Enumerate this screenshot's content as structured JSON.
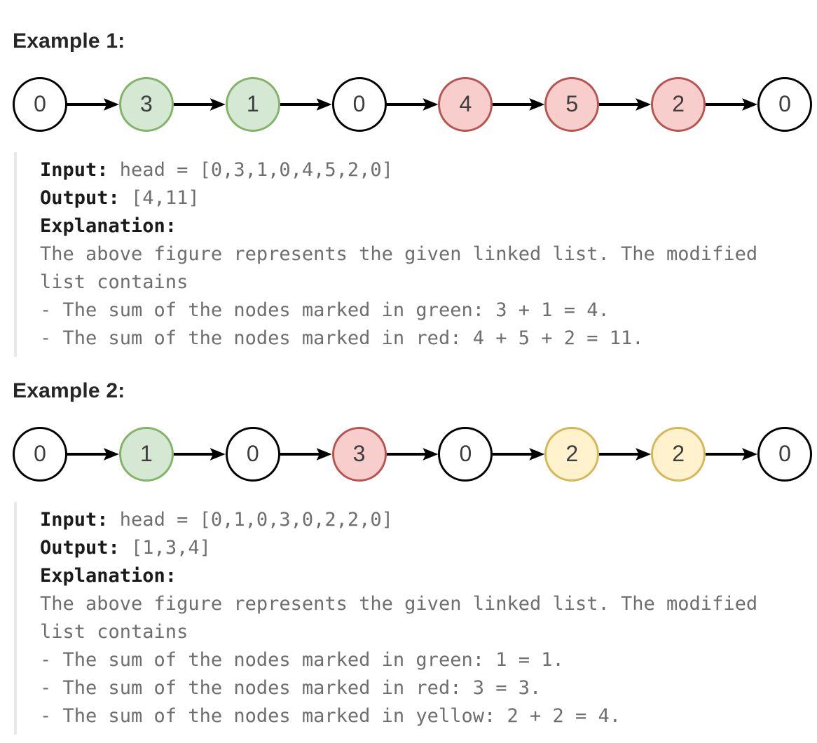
{
  "colors": {
    "heading_text": "#262626",
    "bold_text": "#1a1a1a",
    "body_text": "#6e6e6e",
    "quote_bar": "#e8e8e8",
    "arrow": "#000000",
    "node_text": "#3d3d3d",
    "nodes": {
      "white": {
        "fill": "#ffffff",
        "stroke": "#000000"
      },
      "green": {
        "fill": "#d5e8d4",
        "stroke": "#82b366"
      },
      "red": {
        "fill": "#f8cecc",
        "stroke": "#b85450"
      },
      "yellow": {
        "fill": "#fff2cc",
        "stroke": "#d6b656"
      }
    }
  },
  "examples": [
    {
      "heading": "Example 1:",
      "nodes": [
        {
          "value": "0",
          "color": "white"
        },
        {
          "value": "3",
          "color": "green"
        },
        {
          "value": "1",
          "color": "green"
        },
        {
          "value": "0",
          "color": "white"
        },
        {
          "value": "4",
          "color": "red"
        },
        {
          "value": "5",
          "color": "red"
        },
        {
          "value": "2",
          "color": "red"
        },
        {
          "value": "0",
          "color": "white"
        }
      ],
      "lines": [
        {
          "bold": "Input: ",
          "text": "head = [0,3,1,0,4,5,2,0]"
        },
        {
          "bold": "Output: ",
          "text": "[4,11]"
        },
        {
          "bold": "Explanation:",
          "text": ""
        },
        {
          "bold": "",
          "text": "The above figure represents the given linked list. The modified"
        },
        {
          "bold": "",
          "text": "list contains"
        },
        {
          "bold": "",
          "text": "- The sum of the nodes marked in green: 3 + 1 = 4."
        },
        {
          "bold": "",
          "text": "- The sum of the nodes marked in red: 4 + 5 + 2 = 11."
        }
      ]
    },
    {
      "heading": "Example 2:",
      "nodes": [
        {
          "value": "0",
          "color": "white"
        },
        {
          "value": "1",
          "color": "green"
        },
        {
          "value": "0",
          "color": "white"
        },
        {
          "value": "3",
          "color": "red"
        },
        {
          "value": "0",
          "color": "white"
        },
        {
          "value": "2",
          "color": "yellow"
        },
        {
          "value": "2",
          "color": "yellow"
        },
        {
          "value": "0",
          "color": "white"
        }
      ],
      "lines": [
        {
          "bold": "Input: ",
          "text": "head = [0,1,0,3,0,2,2,0]"
        },
        {
          "bold": "Output: ",
          "text": "[1,3,4]"
        },
        {
          "bold": "Explanation:",
          "text": ""
        },
        {
          "bold": "",
          "text": "The above figure represents the given linked list. The modified"
        },
        {
          "bold": "",
          "text": "list contains"
        },
        {
          "bold": "",
          "text": "- The sum of the nodes marked in green: 1 = 1."
        },
        {
          "bold": "",
          "text": "- The sum of the nodes marked in red: 3 = 3."
        },
        {
          "bold": "",
          "text": "- The sum of the nodes marked in yellow: 2 + 2 = 4."
        }
      ]
    }
  ]
}
